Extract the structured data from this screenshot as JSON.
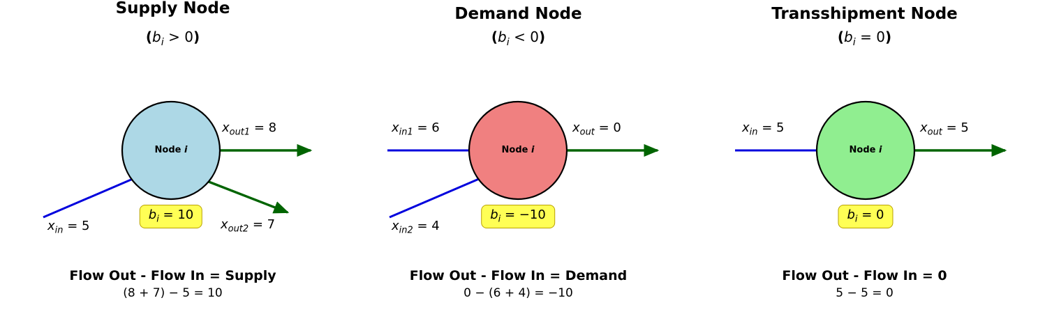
{
  "colors": {
    "supply_node": "#add8e6",
    "demand_node": "#f08080",
    "transshipment_node": "#90ee90",
    "node_border": "#000000",
    "inflow_edge": "#0000dd",
    "outflow_edge": "#006400",
    "badge_bg": "#ffff55",
    "badge_border": "#b8a000"
  },
  "panels": [
    {
      "title": "Supply Node",
      "subtitle": {
        "open": "(",
        "var": "b",
        "sub": "i",
        "mid": " > 0",
        "close": ")"
      },
      "node_label": {
        "pre": "Node ",
        "it": "i"
      },
      "badge": {
        "var": "b",
        "sub": "i",
        "post": " = 10"
      },
      "labels": {
        "out1": {
          "var": "x",
          "sub": "out1",
          "post": " = 8"
        },
        "out2": {
          "var": "x",
          "sub": "out2",
          "post": " = 7"
        },
        "in1": {
          "var": "x",
          "sub": "in",
          "post": " = 5"
        }
      },
      "footer": {
        "rule": "Flow Out - Flow In = Supply",
        "equation": "(8 + 7) − 5 = 10"
      }
    },
    {
      "title": "Demand Node",
      "subtitle": {
        "open": "(",
        "var": "b",
        "sub": "i",
        "mid": " < 0",
        "close": ")"
      },
      "node_label": {
        "pre": "Node ",
        "it": "i"
      },
      "badge": {
        "var": "b",
        "sub": "i",
        "post": " = −10"
      },
      "labels": {
        "in1": {
          "var": "x",
          "sub": "in1",
          "post": " = 6"
        },
        "in2": {
          "var": "x",
          "sub": "in2",
          "post": " = 4"
        },
        "out": {
          "var": "x",
          "sub": "out",
          "post": " = 0"
        }
      },
      "footer": {
        "rule": "Flow Out - Flow In = Demand",
        "equation": "0 − (6 + 4) = −10"
      }
    },
    {
      "title": "Transshipment Node",
      "subtitle": {
        "open": "(",
        "var": "b",
        "sub": "i",
        "mid": " = 0",
        "close": ")"
      },
      "node_label": {
        "pre": "Node ",
        "it": "i"
      },
      "badge": {
        "var": "b",
        "sub": "i",
        "post": " = 0"
      },
      "labels": {
        "in": {
          "var": "x",
          "sub": "in",
          "post": " = 5"
        },
        "out": {
          "var": "x",
          "sub": "out",
          "post": " = 5"
        }
      },
      "footer": {
        "rule": "Flow Out - Flow In = 0",
        "equation": "5 − 5 = 0"
      }
    }
  ]
}
